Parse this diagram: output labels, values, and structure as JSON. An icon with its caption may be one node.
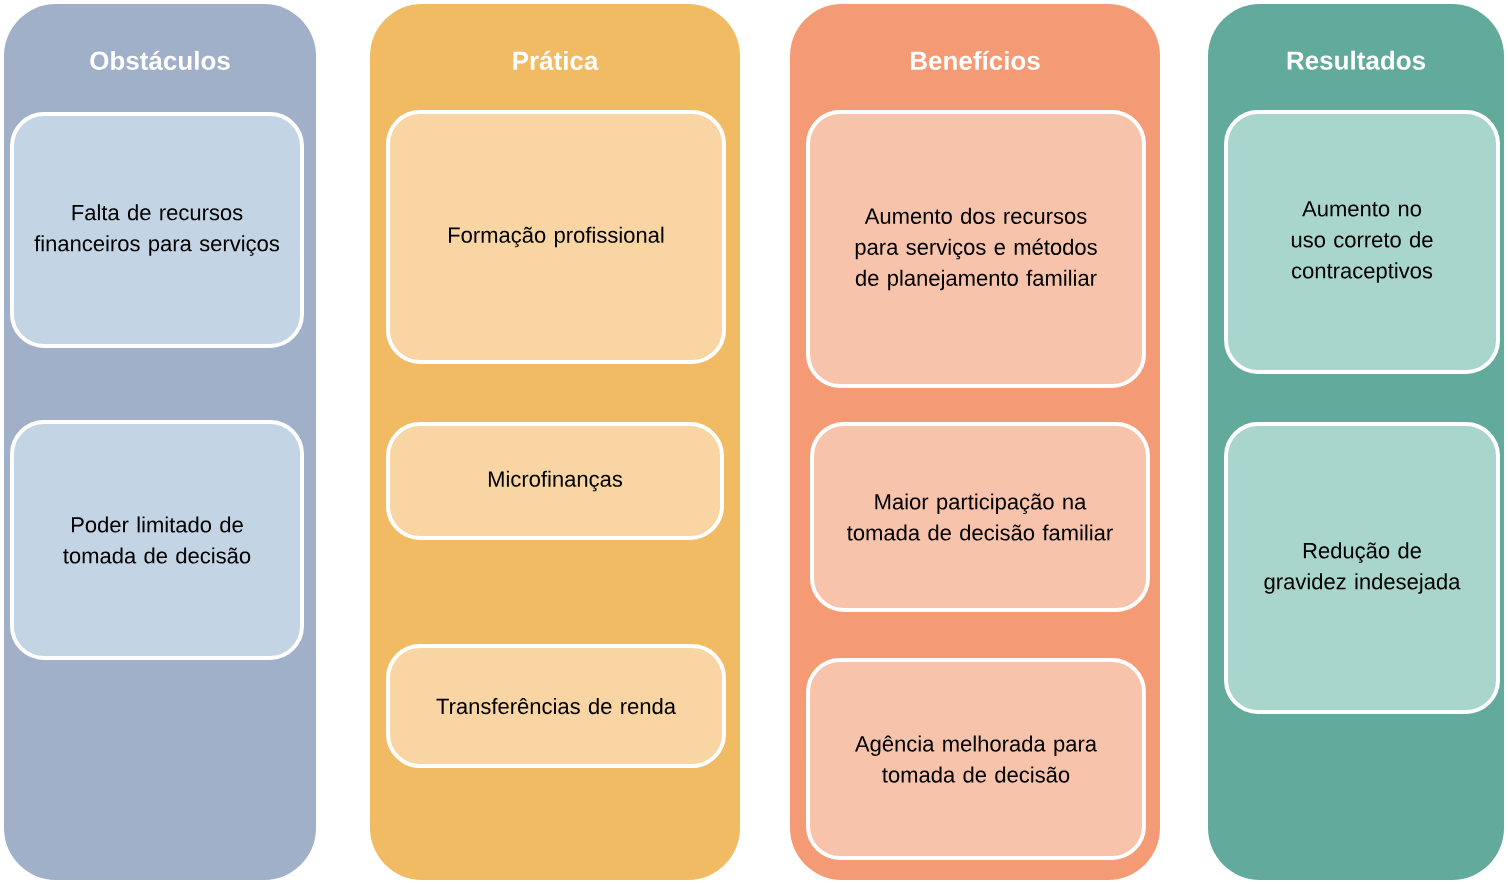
{
  "diagram": {
    "nodes": [
      {
        "text": [
          "Obstáculos"
        ]
      },
      {
        "text": [
          "Falta de recursos financeiros para serviços"
        ],
        "in": 0
      },
      {
        "text": [
          "Poder limitado de tomada de decisão"
        ],
        "in": 0
      },
      {
        "text": [
          "Prática"
        ]
      },
      {
        "text": [
          "Formação profissional"
        ],
        "in": 3
      },
      {
        "text": [
          "Microfinanças"
        ],
        "in": 3
      },
      {
        "text": [
          "Transferências de renda"
        ],
        "in": 3
      },
      {
        "text": [
          "Benefícios"
        ]
      },
      {
        "text": [
          "Aumento dos recursos para serviços e métodos de planejamento familiar"
        ],
        "in": 7
      },
      {
        "text": [
          "Maior participação na tomada de decisão familiar"
        ],
        "in": 7
      },
      {
        "text": [
          "Agência melhorada para tomada de decisão"
        ],
        "in": 7
      },
      {
        "text": [
          "Resultados"
        ]
      },
      {
        "text": [
          "Aumento no uso correto de contraceptivos"
        ],
        "in": 11
      },
      {
        "text": [
          "Redução de gravidez indesejada"
        ],
        "in": 11
      }
    ]
  }
}
